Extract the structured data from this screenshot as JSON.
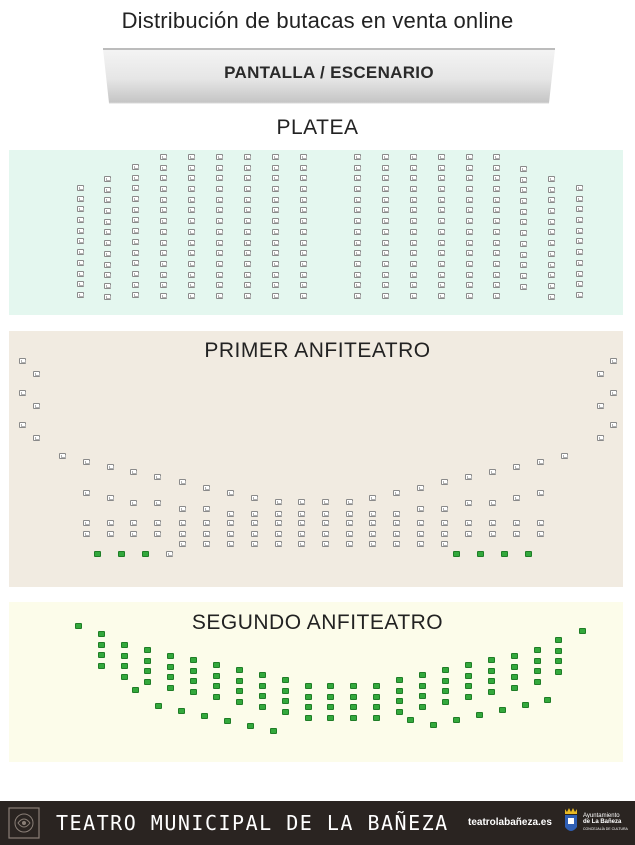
{
  "page": {
    "title": "Distribución de butacas en venta online"
  },
  "stage": {
    "label": "PANTALLA / ESCENARIO"
  },
  "sections": {
    "platea": {
      "title": "PLATEA"
    },
    "primer": {
      "title": "PRIMER ANFITEATRO"
    },
    "segundo": {
      "title": "SEGUNDO  ANFITEATRO"
    }
  },
  "footer": {
    "name": "TEATRO MUNICIPAL DE LA BAÑEZA",
    "url": "teatrolabañeza.es",
    "council_line1": "Ayuntamiento",
    "council_line2": "de La Bañeza",
    "council_line3": "CONCEJALÍA DE CULTURA"
  },
  "colors": {
    "platea_bg": "#e4f7ef",
    "primer_bg": "#f1ebe1",
    "segundo_bg": "#fcfcea",
    "seat_available": "#33a83c",
    "seat_occupied": "#ffffff",
    "footer_bg": "#2a2421"
  },
  "legend_semantics": {
    "occupied": "seat-icon-grey",
    "available": "seat-icon-green"
  }
}
